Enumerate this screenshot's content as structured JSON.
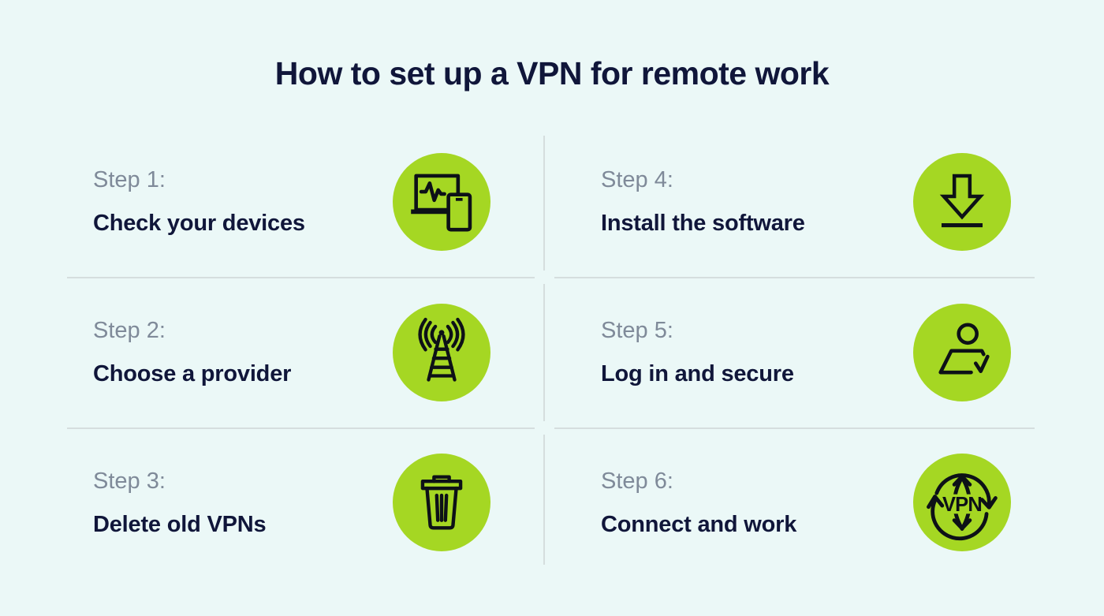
{
  "title": "How to set up a VPN for remote work",
  "steps": [
    {
      "label": "Step 1:",
      "title": "Check your devices",
      "icon": "devices-icon"
    },
    {
      "label": "Step 2:",
      "title": "Choose a provider",
      "icon": "antenna-icon"
    },
    {
      "label": "Step 3:",
      "title": "Delete old VPNs",
      "icon": "trash-icon"
    },
    {
      "label": "Step 4:",
      "title": "Install the software",
      "icon": "download-icon"
    },
    {
      "label": "Step 5:",
      "title": "Log in and secure",
      "icon": "login-icon"
    },
    {
      "label": "Step 6:",
      "title": "Connect and work",
      "icon": "vpn-globe-icon"
    }
  ],
  "vpn_badge_text": "VPN",
  "colors": {
    "background": "#ebf8f7",
    "accent_green": "#a5d723",
    "heading_navy": "#10163a",
    "step_label_gray": "#7f8a99",
    "divider_gray": "#d5dede",
    "icon_ink": "#0d1117"
  }
}
